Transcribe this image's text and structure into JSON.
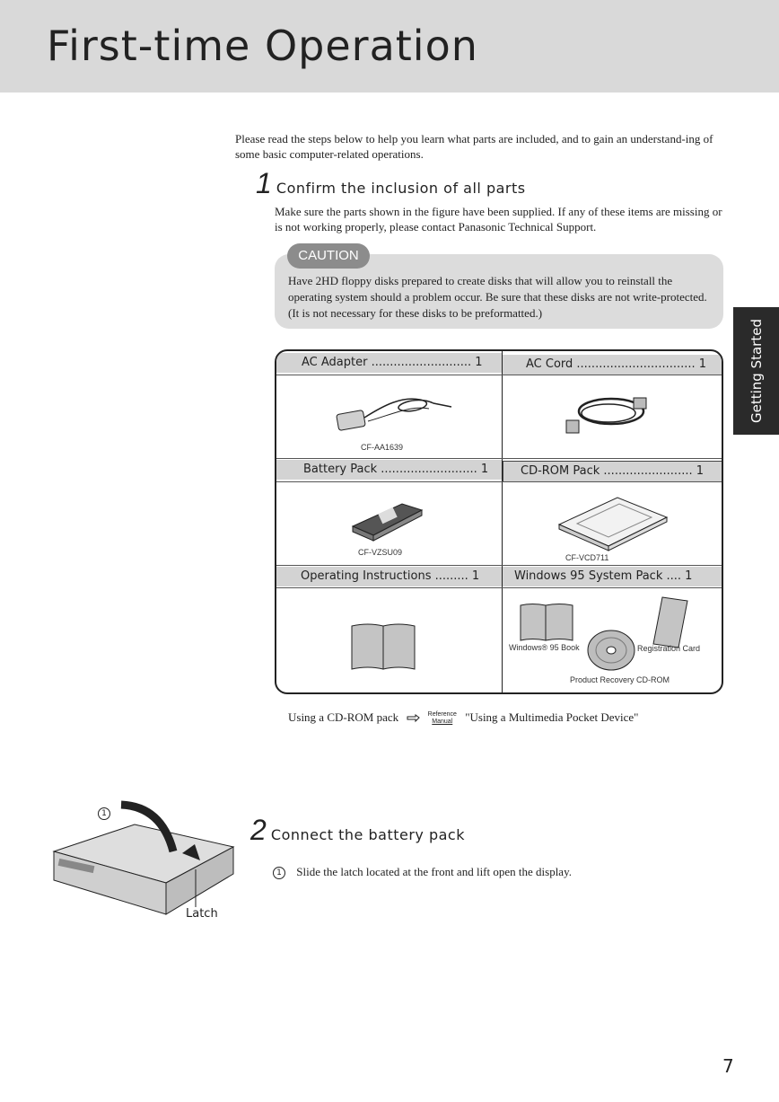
{
  "page": {
    "title": "First-time Operation",
    "intro": "Please read the steps below to help you learn what parts are included, and to gain an understand-ing of some basic computer-related operations.",
    "side_tab": "Getting Started",
    "page_number": "7"
  },
  "step1": {
    "number": "1",
    "title": "Confirm the inclusion of all parts",
    "text": "Make sure the parts shown in the figure have been supplied.  If any of these items are missing or is not working properly, please contact Panasonic Technical Support."
  },
  "caution": {
    "label": "CAUTION",
    "text": "Have 2HD floppy disks prepared to create disks that will allow you to reinstall the operating system should a problem occur.  Be sure that these disks are not write-protected.  (It is not necessary for these disks to be preformatted.)"
  },
  "parts": {
    "ac_adapter": {
      "label": "AC Adapter ........................... 1",
      "model": "CF-AA1639"
    },
    "ac_cord": {
      "label": "AC Cord ................................ 1"
    },
    "battery": {
      "label": "Battery Pack .......................... 1",
      "model": "CF-VZSU09"
    },
    "cdrom": {
      "label": "CD-ROM Pack ........................ 1",
      "model": "CF-VCD711"
    },
    "instructions": {
      "label": "Operating Instructions ......... 1"
    },
    "win95": {
      "label": "Windows 95 System Pack .... 1",
      "book": "Windows® 95 Book",
      "card": "Registration Card",
      "cd": "Product Recovery CD-ROM"
    }
  },
  "reference": {
    "prefix": "Using a CD-ROM pack",
    "icon_text_1": "Reference",
    "icon_text_2": "Manual",
    "suffix": "\"Using a Multimedia Pocket Device\""
  },
  "step2": {
    "number": "2",
    "title": "Connect the battery pack",
    "substep_marker": "1",
    "substep_text": "Slide the latch located at the front and lift open the display.",
    "figure_label": "Latch",
    "figure_marker": "1"
  }
}
